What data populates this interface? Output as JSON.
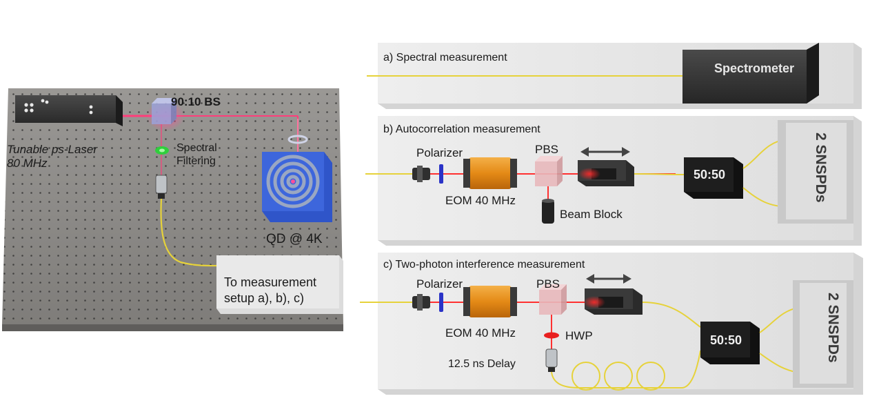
{
  "source": {
    "laser_label_line1": "Tunable ps-Laser",
    "laser_label_line2": "80 MHz",
    "beamsplitter_label": "90:10 BS",
    "filter_label_line1": "Spectral",
    "filter_label_line2": "Filtering",
    "sample_label": "QD @ 4K",
    "output_label_line1": "To measurement",
    "output_label_line2": "setup a), b), c)"
  },
  "setup_a": {
    "title": "a) Spectral measurement",
    "spectrometer_label": "Spectrometer"
  },
  "setup_b": {
    "title": "b) Autocorrelation measurement",
    "polarizer_label": "Polarizer",
    "pbs_label": "PBS",
    "eom_label": "EOM 40 MHz",
    "beam_block_label": "Beam Block",
    "splitter_label": "50:50",
    "detector_label": "2 SNSPDs"
  },
  "setup_c": {
    "title": "c) Two-photon interference measurement",
    "polarizer_label": "Polarizer",
    "pbs_label": "PBS",
    "eom_label": "EOM 40 MHz",
    "hwp_label": "HWP",
    "delay_label": "12.5 ns Delay",
    "splitter_label": "50:50",
    "detector_label": "2 SNSPDs"
  },
  "colors": {
    "fiber": "#e6d23a",
    "laser_beam": "#ff3d7a",
    "signal_beam": "#ff3030",
    "panel": "#e4e4e4",
    "dark_box": "#2e2e2e",
    "table": "#8a8885",
    "eom": "#e7921e",
    "sample": "#3b63d6"
  }
}
